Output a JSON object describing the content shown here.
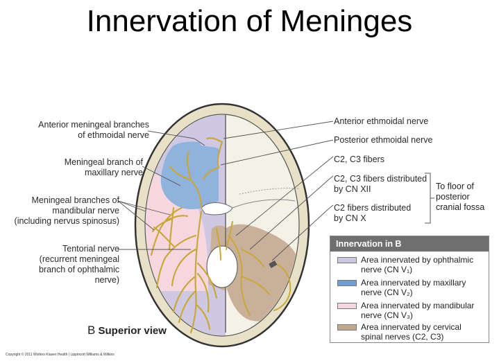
{
  "title": "Innervation of Meninges",
  "labels_left": {
    "anterior_meningeal_1": "Anterior meningeal branches",
    "anterior_meningeal_2": "of ethmoidal nerve",
    "meningeal_maxillary_1": "Meningeal branch of",
    "meningeal_maxillary_2": "maxillary nerve",
    "meningeal_mandibular_1": "Meningeal branches of",
    "meningeal_mandibular_2": "mandibular nerve",
    "meningeal_mandibular_3": "(including nervus spinosus)",
    "tentorial_1": "Tentorial nerve",
    "tentorial_2": "(recurrent meningeal",
    "tentorial_3": "branch of ophthalmic",
    "tentorial_4": "nerve)"
  },
  "labels_right": {
    "anterior_ethmoidal": "Anterior ethmoidal nerve",
    "posterior_ethmoidal": "Posterior ethmoidal nerve",
    "c2c3": "C2, C3 fibers",
    "c2c3_xii_1": "C2, C3 fibers distributed",
    "c2c3_xii_2": "by CN XII",
    "c2_x_1": "C2 fibers distributed",
    "c2_x_2": "by CN X"
  },
  "bracket": {
    "line1": "To floor of",
    "line2": "posterior",
    "line3": "cranial fossa"
  },
  "legend": {
    "title": "Innervation in B",
    "items": [
      {
        "line1": "Area innervated by ophthalmic",
        "line2": "nerve (CN V₁)",
        "color": "#cfc8e3"
      },
      {
        "line1": "Area innervated by maxillary",
        "line2": "nerve (CN V₂)",
        "color": "#6f9fd2"
      },
      {
        "line1": "Area innervated by mandibular",
        "line2": "nerve (CN V₃)",
        "color": "#f6d7df"
      },
      {
        "line1": "Area innervated by cervical",
        "line2": "spinal nerves (C2, C3)",
        "color": "#c2a88f"
      }
    ]
  },
  "view": {
    "letter": "B",
    "text": "Superior view"
  },
  "copyright": "Copyright © 2011 Wolters Kluwer Health | Lippincott Williams & Wilkins",
  "colors": {
    "ophthalmic": "#cfc8e3",
    "maxillary": "#8fb3dc",
    "mandibular": "#f6d7df",
    "cervical": "#c9b09a",
    "nerve": "#c9a83a",
    "bone": "#efe8d2"
  }
}
